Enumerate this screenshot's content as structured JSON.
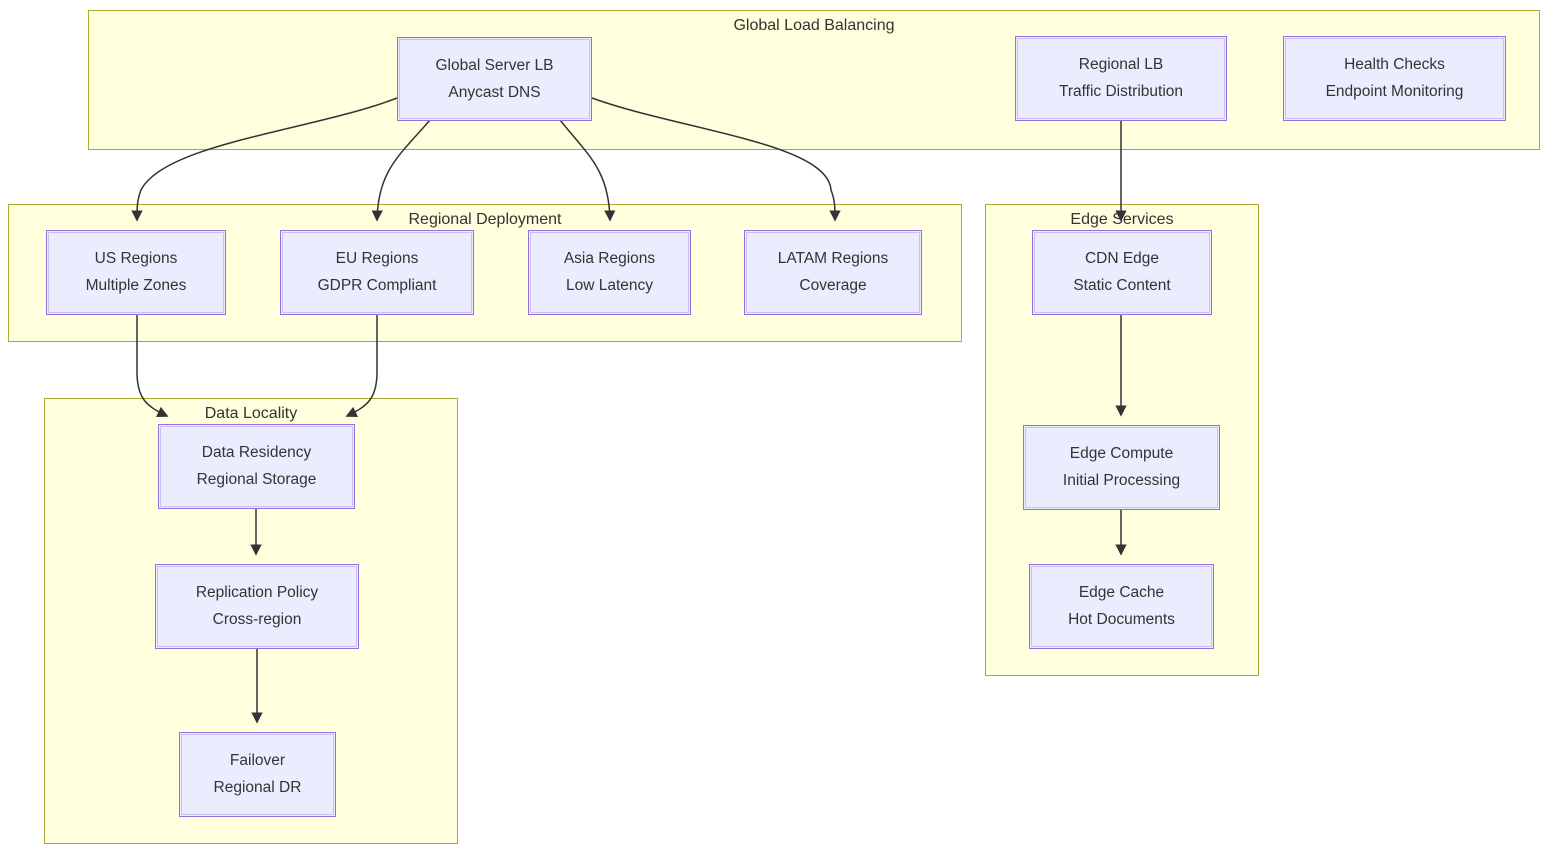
{
  "diagram": {
    "type": "flowchart",
    "clusters": [
      {
        "id": "global-load-balancing",
        "title": "Global Load Balancing"
      },
      {
        "id": "regional-deployment",
        "title": "Regional Deployment"
      },
      {
        "id": "edge-services",
        "title": "Edge Services"
      },
      {
        "id": "data-locality",
        "title": "Data Locality"
      }
    ],
    "nodes": [
      {
        "id": "global-server-lb",
        "cluster": "global-load-balancing",
        "line1": "Global Server LB",
        "line2": "Anycast DNS"
      },
      {
        "id": "regional-lb",
        "cluster": "global-load-balancing",
        "line1": "Regional LB",
        "line2": "Traffic Distribution"
      },
      {
        "id": "health-checks",
        "cluster": "global-load-balancing",
        "line1": "Health Checks",
        "line2": "Endpoint Monitoring"
      },
      {
        "id": "us-regions",
        "cluster": "regional-deployment",
        "line1": "US Regions",
        "line2": "Multiple Zones"
      },
      {
        "id": "eu-regions",
        "cluster": "regional-deployment",
        "line1": "EU Regions",
        "line2": "GDPR Compliant"
      },
      {
        "id": "asia-regions",
        "cluster": "regional-deployment",
        "line1": "Asia Regions",
        "line2": "Low Latency"
      },
      {
        "id": "latam-regions",
        "cluster": "regional-deployment",
        "line1": "LATAM Regions",
        "line2": "Coverage"
      },
      {
        "id": "cdn-edge",
        "cluster": "edge-services",
        "line1": "CDN Edge",
        "line2": "Static Content"
      },
      {
        "id": "edge-compute",
        "cluster": "edge-services",
        "line1": "Edge Compute",
        "line2": "Initial Processing"
      },
      {
        "id": "edge-cache",
        "cluster": "edge-services",
        "line1": "Edge Cache",
        "line2": "Hot Documents"
      },
      {
        "id": "data-residency",
        "cluster": "data-locality",
        "line1": "Data Residency",
        "line2": "Regional Storage"
      },
      {
        "id": "replication-policy",
        "cluster": "data-locality",
        "line1": "Replication Policy",
        "line2": "Cross-region"
      },
      {
        "id": "failover",
        "cluster": "data-locality",
        "line1": "Failover",
        "line2": "Regional DR"
      }
    ],
    "edges": [
      {
        "from": "global-server-lb",
        "to": "us-regions"
      },
      {
        "from": "global-server-lb",
        "to": "eu-regions"
      },
      {
        "from": "global-server-lb",
        "to": "asia-regions"
      },
      {
        "from": "global-server-lb",
        "to": "latam-regions"
      },
      {
        "from": "regional-lb",
        "to": "cdn-edge"
      },
      {
        "from": "us-regions",
        "to": "data-residency"
      },
      {
        "from": "eu-regions",
        "to": "data-residency"
      },
      {
        "from": "data-residency",
        "to": "replication-policy"
      },
      {
        "from": "replication-policy",
        "to": "failover"
      },
      {
        "from": "cdn-edge",
        "to": "edge-compute"
      },
      {
        "from": "edge-compute",
        "to": "edge-cache"
      }
    ],
    "colors": {
      "cluster_fill": "#ffffde",
      "cluster_border": "#aaaa33",
      "node_fill": "#ececff",
      "node_border": "#9370db",
      "edge": "#333333",
      "text": "#333333"
    }
  }
}
